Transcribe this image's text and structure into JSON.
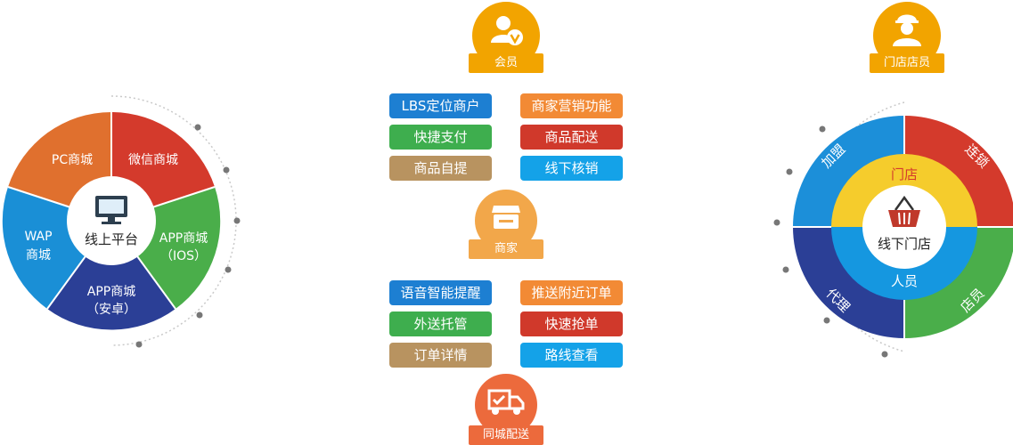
{
  "left_wheel": {
    "center": "线上平台",
    "segments": [
      "PC商城",
      "微信商城",
      "APP商城",
      "（IOS）",
      "APP商城",
      "（安卓）",
      "WAP",
      "商城"
    ]
  },
  "middle": {
    "member_badge": "会员",
    "merchant_badge": "商家",
    "delivery_badge": "同城配送",
    "top_tags": [
      "LBS定位商户",
      "商家营销功能",
      "快捷支付",
      "商品配送",
      "商品自提",
      "线下核销"
    ],
    "bottom_tags": [
      "语音智能提醒",
      "推送附近订单",
      "外送托管",
      "快速抢单",
      "订单详情",
      "路线查看"
    ]
  },
  "right_wheel": {
    "badge": "门店店员",
    "center": "线下门店",
    "inner": [
      "门店",
      "人员"
    ],
    "outer": [
      "加盟",
      "连锁",
      "代理",
      "店员"
    ]
  },
  "colors": {
    "blue": "#1d7fd2",
    "orange": "#f28a35",
    "green": "#3eae4e",
    "red": "#d0392b",
    "tan": "#b89360",
    "cyan": "#14a2e8",
    "navy": "#2b3f96",
    "yellow": "#f5cc2c"
  }
}
